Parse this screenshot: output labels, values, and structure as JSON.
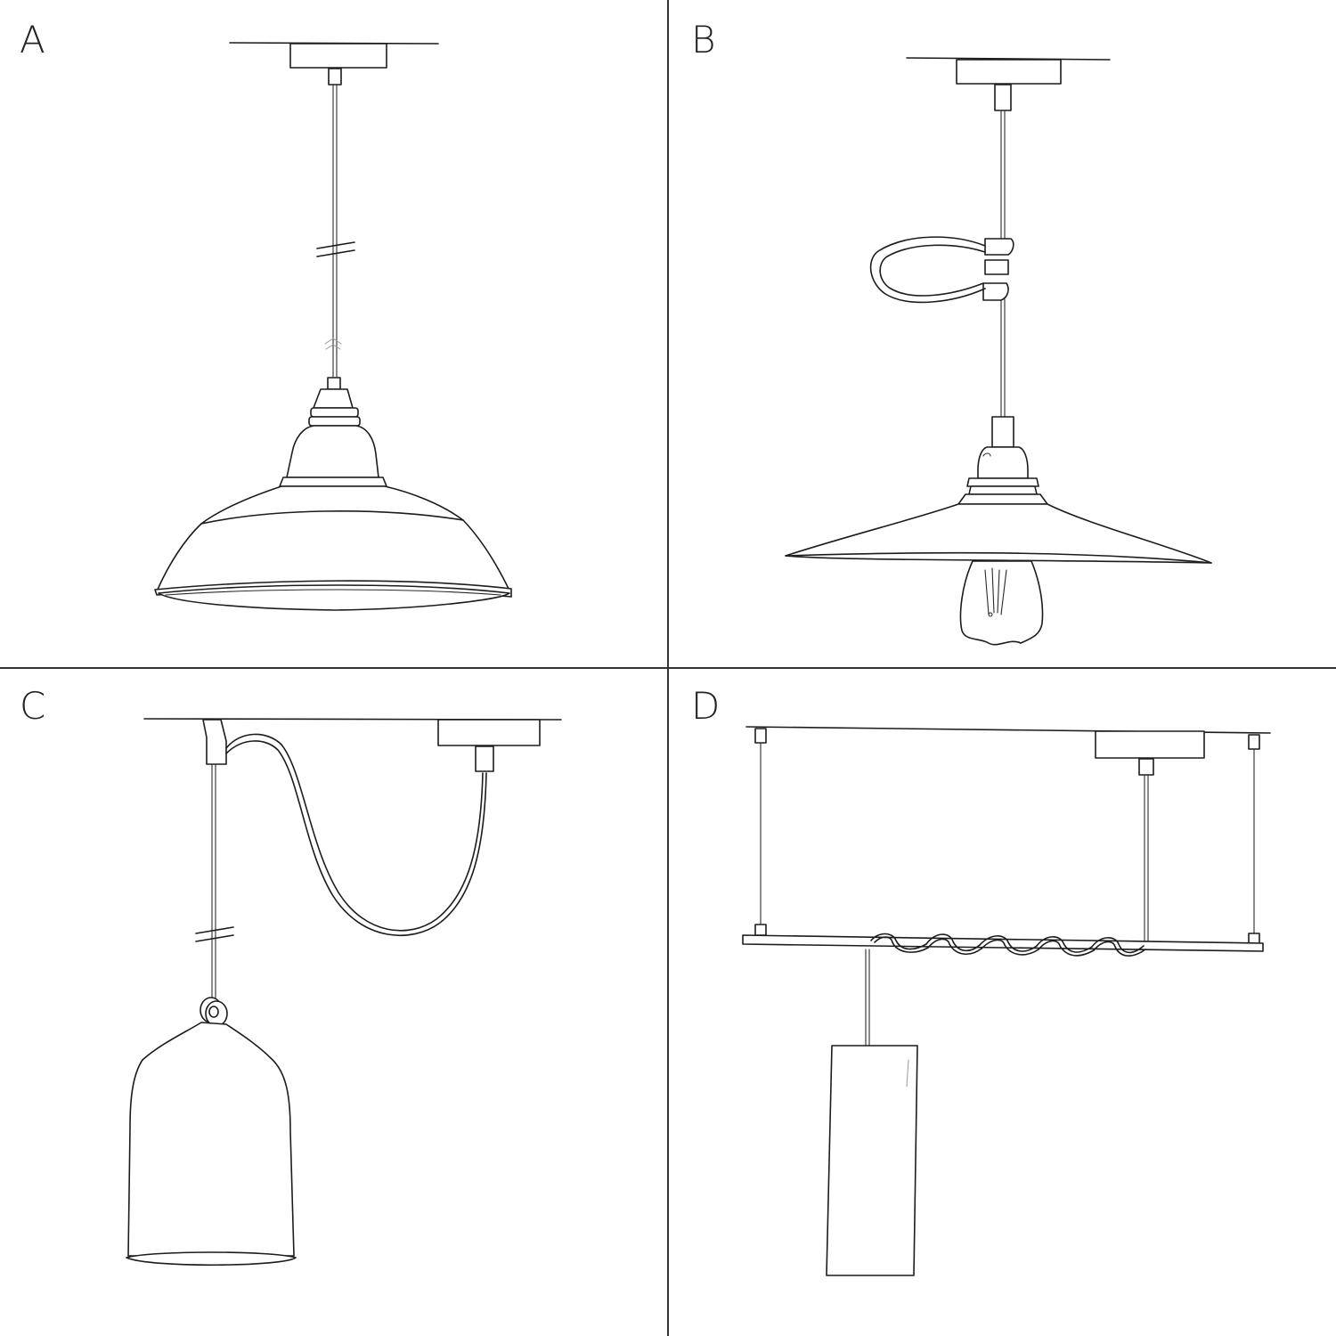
{
  "panels": [
    {
      "id": "a",
      "label": "A"
    },
    {
      "id": "b",
      "label": "B"
    },
    {
      "id": "c",
      "label": "C"
    },
    {
      "id": "d",
      "label": "D"
    }
  ]
}
